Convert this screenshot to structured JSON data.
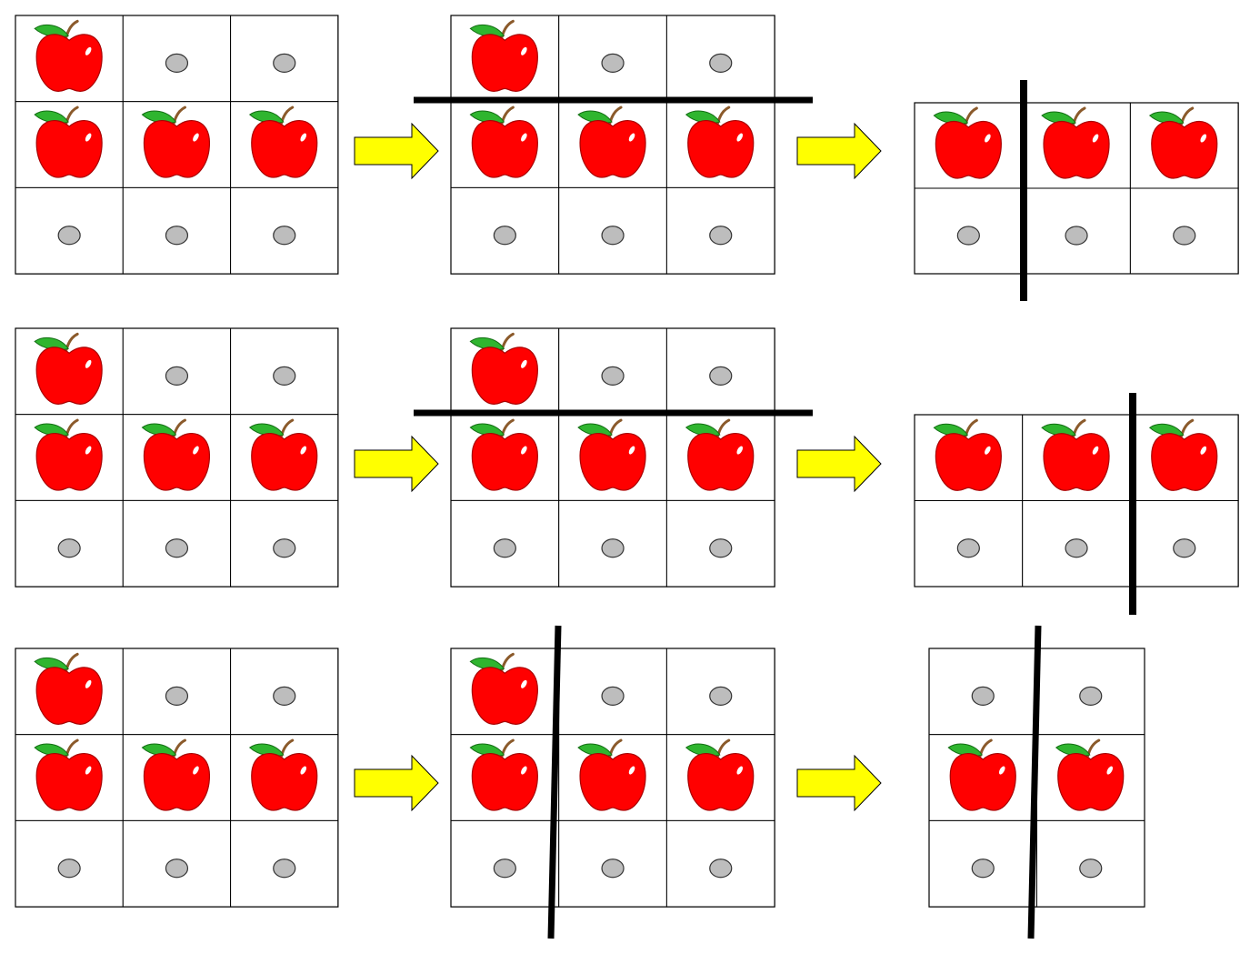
{
  "colors": {
    "apple": "#ff0000",
    "apple_outline": "#a80000",
    "apple_shine": "#ffffff",
    "leaf": "#2fb52f",
    "leaf_outline": "#136e13",
    "stem": "#8b5a2b",
    "pebble": "#bdbdbd",
    "pebble_outline": "#333333",
    "arrow_fill": "#ffff00",
    "arrow_outline": "#000000",
    "grid_line": "#000000",
    "cut_line": "#000000"
  },
  "icons": {
    "apple": "apple-icon",
    "pebble": "pebble-icon",
    "arrow": "right-arrow-icon"
  },
  "rows": [
    {
      "grids": [
        {
          "cells": [
            [
              "apple",
              "pebble",
              "pebble"
            ],
            [
              "apple",
              "apple",
              "apple"
            ],
            [
              "pebble",
              "pebble",
              "pebble"
            ]
          ],
          "cut": "none"
        },
        {
          "cells": [
            [
              "apple",
              "pebble",
              "pebble"
            ],
            [
              "apple",
              "apple",
              "apple"
            ],
            [
              "pebble",
              "pebble",
              "pebble"
            ]
          ],
          "cut": "horizontal"
        },
        {
          "cells": [
            [
              "apple",
              "apple",
              "apple"
            ],
            [
              "pebble",
              "pebble",
              "pebble"
            ]
          ],
          "cut": "vertical"
        }
      ]
    },
    {
      "grids": [
        {
          "cells": [
            [
              "apple",
              "pebble",
              "pebble"
            ],
            [
              "apple",
              "apple",
              "apple"
            ],
            [
              "pebble",
              "pebble",
              "pebble"
            ]
          ],
          "cut": "none"
        },
        {
          "cells": [
            [
              "apple",
              "pebble",
              "pebble"
            ],
            [
              "apple",
              "apple",
              "apple"
            ],
            [
              "pebble",
              "pebble",
              "pebble"
            ]
          ],
          "cut": "horizontal"
        },
        {
          "cells": [
            [
              "apple",
              "apple",
              "apple"
            ],
            [
              "pebble",
              "pebble",
              "pebble"
            ]
          ],
          "cut": "vertical"
        }
      ]
    },
    {
      "grids": [
        {
          "cells": [
            [
              "apple",
              "pebble",
              "pebble"
            ],
            [
              "apple",
              "apple",
              "apple"
            ],
            [
              "pebble",
              "pebble",
              "pebble"
            ]
          ],
          "cut": "none"
        },
        {
          "cells": [
            [
              "apple",
              "pebble",
              "pebble"
            ],
            [
              "apple",
              "apple",
              "apple"
            ],
            [
              "pebble",
              "pebble",
              "pebble"
            ]
          ],
          "cut": "vertical"
        },
        {
          "cells": [
            [
              "pebble",
              "pebble"
            ],
            [
              "apple",
              "apple"
            ],
            [
              "pebble",
              "pebble"
            ]
          ],
          "cut": "vertical"
        }
      ]
    }
  ]
}
